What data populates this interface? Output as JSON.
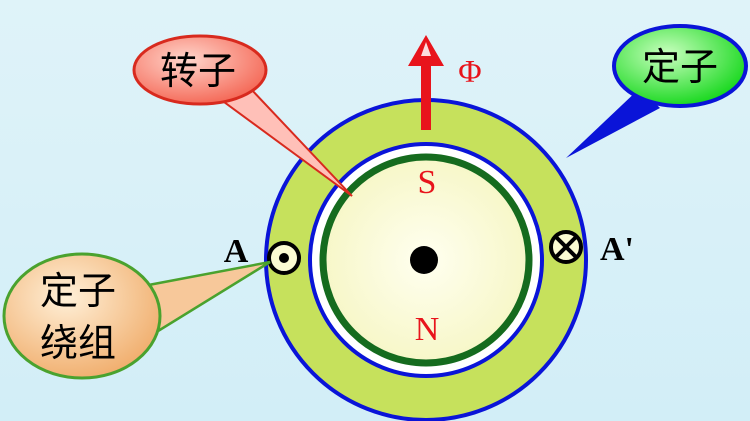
{
  "labels": {
    "rotor": "转子",
    "stator": "定子",
    "winding_line1": "定子",
    "winding_line2": "绕组",
    "flux": "Φ",
    "south_pole": "S",
    "north_pole": "N",
    "terminal_a": "A",
    "terminal_a_prime": "A'"
  },
  "colors": {
    "background": "#d8f1f8",
    "stator_fill": "#c8e35a",
    "stator_ring": "#0a14d8",
    "rotor_fill": "#fbfbd2",
    "rotor_ring": "#156b1e",
    "pole_text": "#e8141c",
    "flux_arrow": "#e8141c",
    "rotor_callout_fill": "#f56a5a",
    "stator_callout_fill": "#12e21a",
    "winding_callout_fill": "#f2b478"
  },
  "icons": {
    "current_out": "dot-circle-icon",
    "current_in": "cross-circle-icon",
    "shaft": "shaft-dot-icon"
  }
}
